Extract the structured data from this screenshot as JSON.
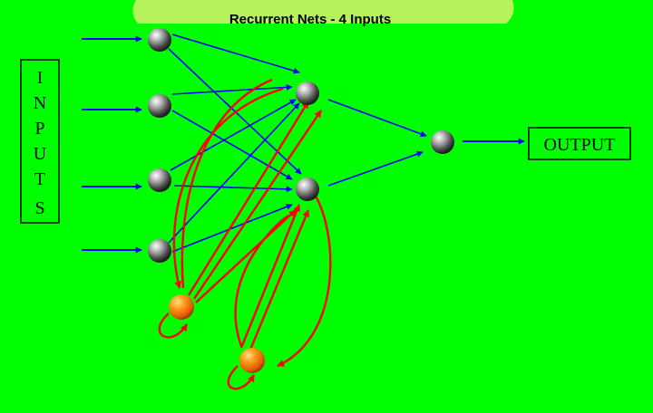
{
  "title": "Recurrent Nets - 4 Inputs",
  "inputs_label": "INPUTS",
  "inputs_letters": [
    "I",
    "N",
    "P",
    "U",
    "T",
    "S"
  ],
  "output_label": "OUTPUT",
  "colors": {
    "background": "#00ff00",
    "title_band": "#b5f25c",
    "forward_connection": "#0000ff",
    "recurrent_connection": "#ff0000",
    "neuron": "#808080",
    "context_neuron": "#ff8c00"
  },
  "layers": {
    "input_neurons": 4,
    "hidden_neurons": 2,
    "output_neurons": 1,
    "context_neurons": 2
  }
}
